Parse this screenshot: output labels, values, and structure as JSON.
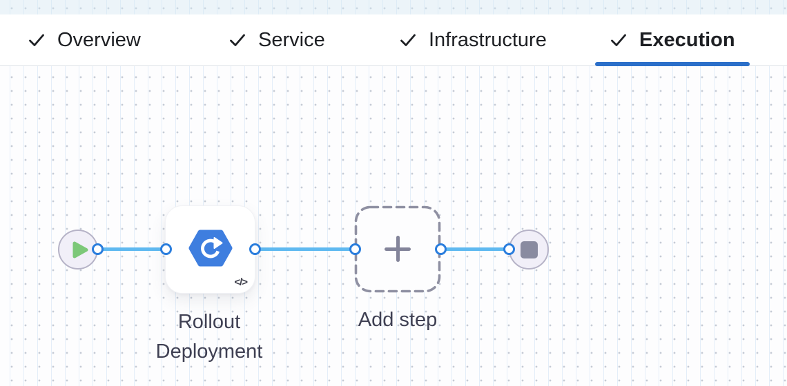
{
  "header": {
    "tabs": [
      {
        "label": "Overview",
        "active": false
      },
      {
        "label": "Service",
        "active": false
      },
      {
        "label": "Infrastructure",
        "active": false
      },
      {
        "label": "Execution",
        "active": true
      }
    ],
    "tab_check_icon": "check-icon"
  },
  "pipeline": {
    "start_node": {
      "icon": "play-icon"
    },
    "steps": [
      {
        "name": "Rollout Deployment",
        "icon": "k8s-rollout-hexagon-icon",
        "badge": "</>"
      },
      {
        "name": "Add step",
        "icon": "plus-icon"
      }
    ],
    "end_node": {
      "icon": "stop-icon"
    }
  },
  "colors": {
    "active_tab_underline": "#2b6fc9",
    "connector_line": "#5fb9f0",
    "connector_ring_border": "#2a7ddd",
    "terminal_node_fill": "#f1eff8",
    "terminal_node_border": "#b6b3c7",
    "play_green": "#7cc878",
    "stop_gray": "#898ba0",
    "rollout_icon_blue": "#3e7edf",
    "label_text": "#3f4053",
    "dashed_node_border": "#8f90a2"
  }
}
